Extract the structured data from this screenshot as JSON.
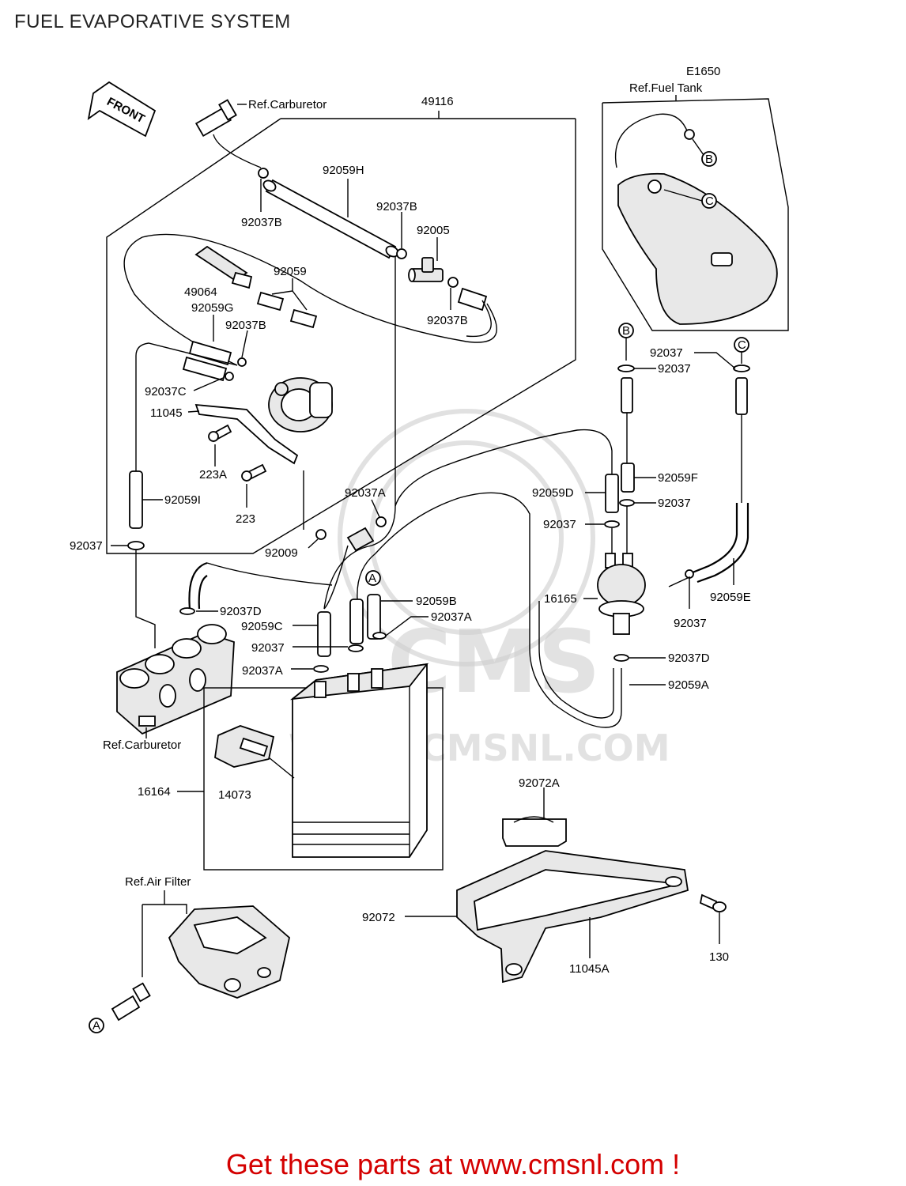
{
  "title": "FUEL EVAPORATIVE SYSTEM",
  "diagram_code": "E1650",
  "front_arrow": "FRONT",
  "watermark": {
    "logo": "CMS",
    "site": "WWW.CMSNL.COM"
  },
  "refs": {
    "carburetor_top": "Ref.Carburetor",
    "fuel_tank": "Ref.Fuel Tank",
    "carburetor_bottom": "Ref.Carburetor",
    "air_filter": "Ref.Air Filter"
  },
  "callouts": {
    "b": "B",
    "c": "C",
    "a": "A"
  },
  "parts": {
    "p49116": "49116",
    "p92059H": "92059H",
    "p92037B_1": "92037B",
    "p92037B_2": "92037B",
    "p92005": "92005",
    "p49064": "49064",
    "p92059": "92059",
    "p92059G": "92059G",
    "p92037B_3": "92037B",
    "p92037B_4": "92037B",
    "p92037C": "92037C",
    "p11045": "11045",
    "p223A": "223A",
    "p223": "223",
    "p92059I": "92059I",
    "p92037_left": "92037",
    "p92037A_top": "92037A",
    "p92009": "92009",
    "p92037D_left": "92037D",
    "p92059C": "92059C",
    "p92037_mid": "92037",
    "p92037A_low": "92037A",
    "p92059B": "92059B",
    "p92037A_right": "92037A",
    "p16164": "16164",
    "p14073": "14073",
    "p92037_r1": "92037",
    "p92037_r2": "92037",
    "p92059F": "92059F",
    "p92059D": "92059D",
    "p92037_r3": "92037",
    "p92037_r4": "92037",
    "p16165": "16165",
    "p92037_r5": "92037",
    "p92059E": "92059E",
    "p92037D_right": "92037D",
    "p92059A": "92059A",
    "p92072A": "92072A",
    "p92072": "92072",
    "p11045A": "11045A",
    "p130": "130"
  },
  "footer": {
    "text": "Get these parts at www.cmsnl.com !",
    "color": "#d40000"
  }
}
